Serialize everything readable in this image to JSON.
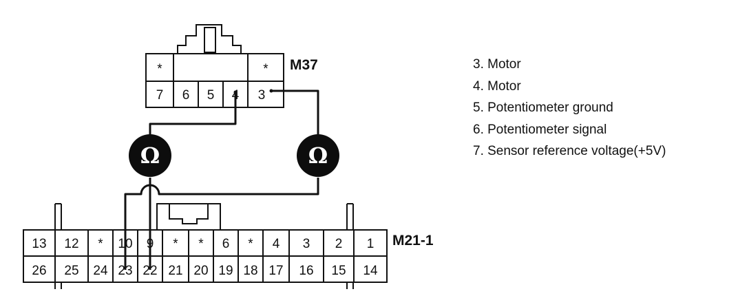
{
  "connector_m37": {
    "label": "M37",
    "top_row": [
      "*",
      "",
      "*"
    ],
    "bottom_row": [
      "7",
      "6",
      "5",
      "4",
      "3"
    ]
  },
  "connector_m21": {
    "label": "M21-1",
    "top_row": [
      "13",
      "12",
      "*",
      "10",
      "9",
      "*",
      "*",
      "6",
      "*",
      "4",
      "3",
      "2",
      "1"
    ],
    "bottom_row": [
      "26",
      "25",
      "24",
      "23",
      "22",
      "21",
      "20",
      "19",
      "18",
      "17",
      "16",
      "15",
      "14"
    ]
  },
  "meters": [
    {
      "symbol": "Ω",
      "connects": [
        "M37-4",
        "M21-1-22"
      ]
    },
    {
      "symbol": "Ω",
      "connects": [
        "M37-3",
        "M21-1-23"
      ]
    }
  ],
  "legend": [
    "3. Motor",
    "4. Motor",
    "5. Potentiometer ground",
    "6. Potentiometer signal",
    "7. Sensor reference voltage(+5V)"
  ],
  "colors": {
    "line": "#111111",
    "meter_fill": "#0d0d0d",
    "meter_symbol": "#ffffff",
    "background": "#ffffff"
  }
}
